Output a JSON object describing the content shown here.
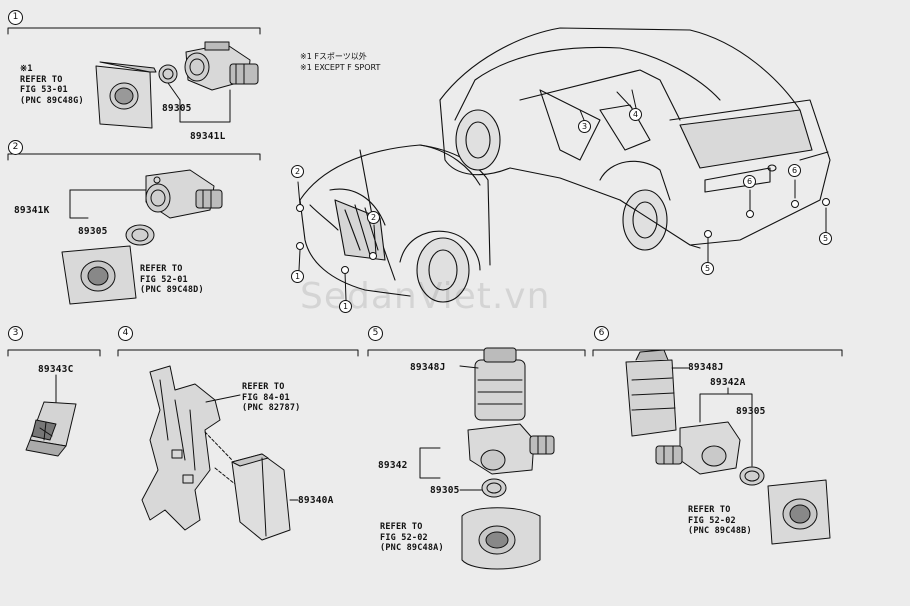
{
  "watermark": "SedanViet.vn",
  "note": {
    "line1": "※1 Fスポーツ以外",
    "line2": "※1 EXCEPT F SPORT"
  },
  "sections": {
    "s1": {
      "num": "1",
      "refer": "※1\nREFER TO\nFIG 53-01\n(PNC 89C48G)",
      "p1": "89305",
      "p2": "89341L"
    },
    "s2": {
      "num": "2",
      "p1": "89341K",
      "p2": "89305",
      "refer": "REFER TO\nFIG 52-01\n(PNC 89C48D)"
    },
    "s3": {
      "num": "3",
      "p1": "89343C"
    },
    "s4": {
      "num": "4",
      "refer": "REFER TO\nFIG 84-01\n(PNC 82787)",
      "p1": "89340A"
    },
    "s5": {
      "num": "5",
      "p1": "89348J",
      "p2": "89342",
      "p3": "89305",
      "refer": "REFER TO\nFIG 52-02\n(PNC 89C48A)"
    },
    "s6": {
      "num": "6",
      "p1": "89348J",
      "p2": "89342A",
      "p3": "89305",
      "refer": "REFER TO\nFIG 52-02\n(PNC 89C48B)"
    }
  },
  "car_markers": {
    "front": [
      "2",
      "1",
      "2",
      "1"
    ],
    "rear": [
      "3",
      "4",
      "6",
      "6",
      "5",
      "5"
    ]
  }
}
